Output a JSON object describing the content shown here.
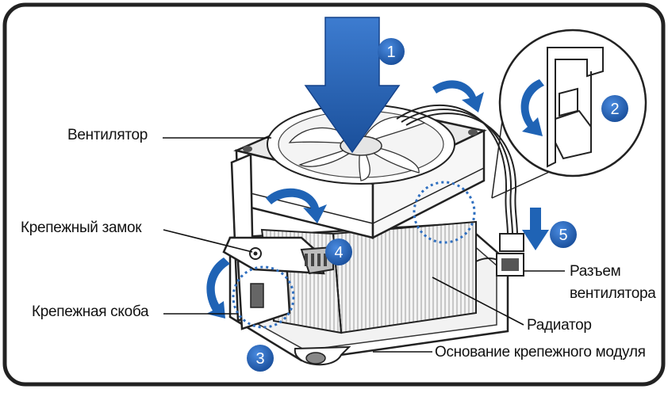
{
  "labels": {
    "fan": "Вентилятор",
    "lock": "Крепежный замок",
    "bracket": "Крепежная скоба",
    "connector_line1": "Разъем",
    "connector_line2": "вентилятора",
    "heatsink": "Радиатор",
    "base": "Основание крепежного модуля"
  },
  "steps": [
    "1",
    "2",
    "3",
    "4",
    "5"
  ],
  "colors": {
    "step_badge": "#1f63b5",
    "arrow": "#1f63b5",
    "frame": "#222222",
    "line": "#111111"
  },
  "icons": {
    "step": "numbered-circle-icon",
    "direction": "arrow-icon",
    "rotation": "curved-arrow-icon"
  }
}
